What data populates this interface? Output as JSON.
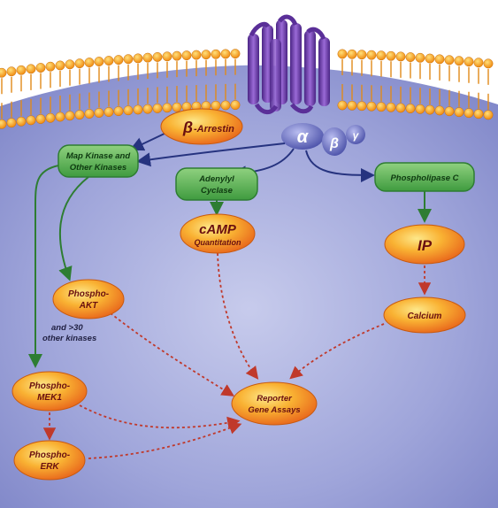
{
  "receptor": {
    "alpha_symbol": "α",
    "beta_symbol": "β",
    "gamma_symbol": "γ"
  },
  "nodes": {
    "arrestin": {
      "symbol": "β",
      "text": "-Arrestin"
    },
    "map_kinase": {
      "line1": "Map Kinase and",
      "line2": "Other Kinases"
    },
    "adenylyl_cyclase": {
      "line1": "Adenylyl",
      "line2": "Cyclase"
    },
    "phospholipase_c": {
      "text": "Phospholipase C"
    },
    "camp": {
      "line1": "cAMP",
      "line2": "Quantitation"
    },
    "ip": {
      "text": "IP"
    },
    "phospho_akt": {
      "line1": "Phospho-",
      "line2": "AKT"
    },
    "calcium": {
      "text": "Calcium"
    },
    "phospho_mek1": {
      "line1": "Phospho-",
      "line2": "MEK1"
    },
    "reporter": {
      "line1": "Reporter",
      "line2": "Gene Assays"
    },
    "phospho_erk": {
      "line1": "Phospho-",
      "line2": "ERK"
    }
  },
  "annotations": {
    "other_kinases_line1": "and >30",
    "other_kinases_line2": "other kinases"
  },
  "colors": {
    "cytoplasm": "#9aa0d8",
    "membrane_head": "#f5a623",
    "receptor": "#6a3aa8",
    "g_protein": "#5a5fb8",
    "green_box": "#4aa84a",
    "orange_node": "#f08a1c",
    "solid_arrow": "#2a3a8a",
    "green_arrow": "#2e7d32",
    "dashed_arrow": "#c0392b"
  }
}
